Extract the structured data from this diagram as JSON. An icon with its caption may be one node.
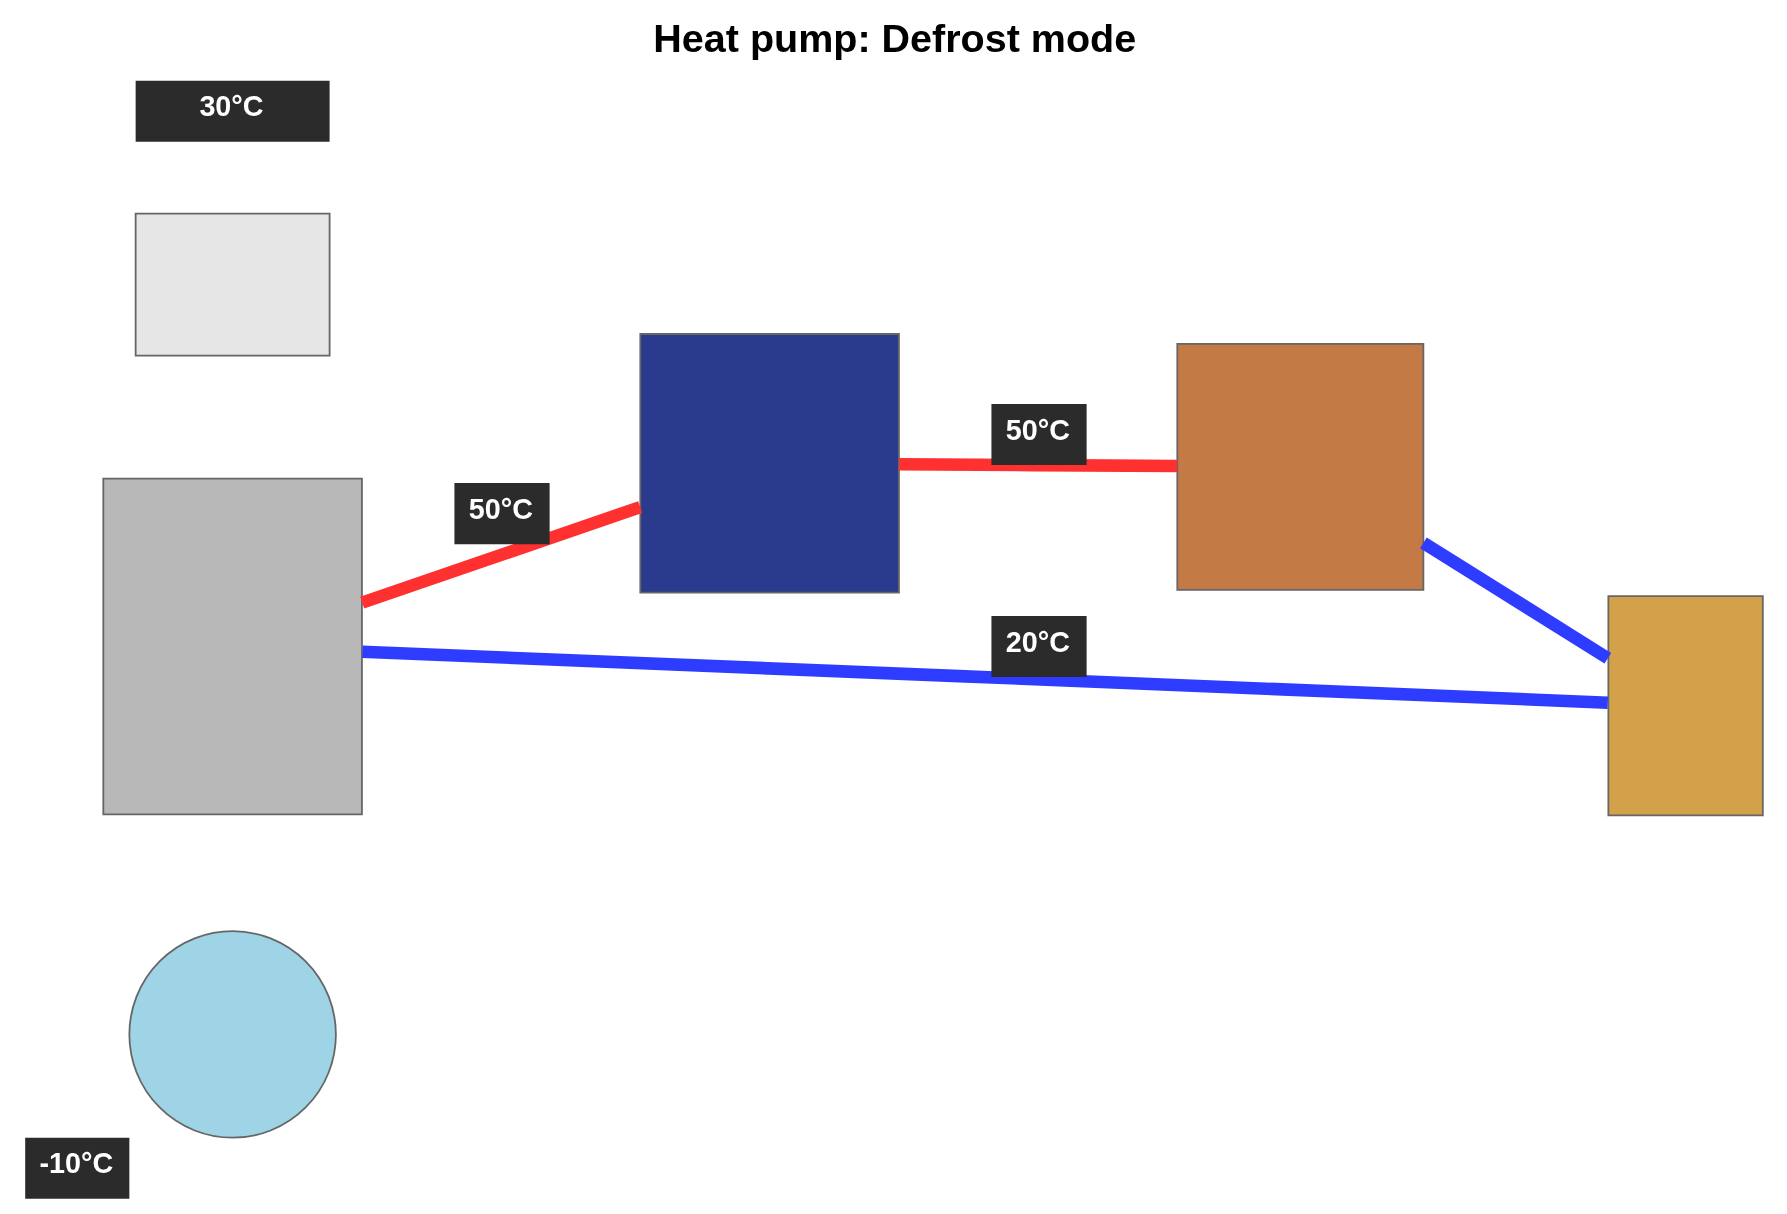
{
  "diagram": {
    "title": "Heat pump: Defrost mode",
    "nodes": [
      {
        "text": [],
        "shape": "circle",
        "beside": [
          "-10°C"
        ]
      },
      {
        "text": [],
        "shape": "box"
      },
      {
        "text": [],
        "shape": "box"
      },
      {
        "text": [],
        "shape": "box"
      },
      {
        "text": [],
        "shape": "box",
        "beside": [
          "30°C"
        ]
      },
      {
        "text": [],
        "shape": "box"
      }
    ],
    "edges": [
      {
        "from": 1,
        "to": 2,
        "arrow": "none",
        "label": "50°C",
        "color": "#ff3030"
      },
      {
        "from": 2,
        "to": 3,
        "arrow": "none",
        "label": "50°C",
        "color": "#ff3030"
      },
      {
        "from": 3,
        "to": 5,
        "arrow": "none",
        "color": "#2e3cff"
      },
      {
        "from": 5,
        "to": 1,
        "arrow": "none",
        "label": "20°C",
        "color": "#2e3cff"
      }
    ]
  }
}
